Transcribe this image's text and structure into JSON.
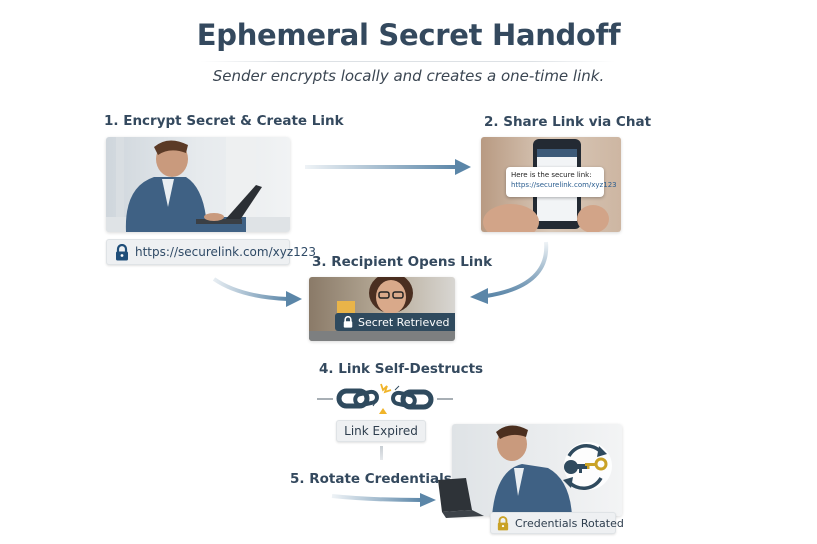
{
  "header": {
    "title": "Ephemeral Secret Handoff",
    "subtitle": "Sender encrypts locally and creates a one-time link."
  },
  "steps": [
    {
      "label": "1. Encrypt Secret & Create Link",
      "badge": "https://securelink.com/xyz123",
      "badge_icon": "lock-icon"
    },
    {
      "label": "2. Share Link via Chat",
      "chat_line1": "Here is the secure link:",
      "chat_line2": "https://securelink.com/xyz123"
    },
    {
      "label": "3. Recipient Opens Link",
      "badge": "Secret Retrieved",
      "badge_icon": "lock-icon"
    },
    {
      "label": "4. Link Self-Destructs",
      "badge": "Link Expired",
      "icon": "broken-chain-icon"
    },
    {
      "label": "5. Rotate Credentials",
      "badge": "Credentials Rotated",
      "badge_icon": "lock-icon",
      "icon": "key-rotation-icon"
    }
  ],
  "colors": {
    "title": "#34495e",
    "arrow": "#5b86a8",
    "accent_gold": "#c9a227",
    "dark_badge": "#2f4a5e"
  }
}
